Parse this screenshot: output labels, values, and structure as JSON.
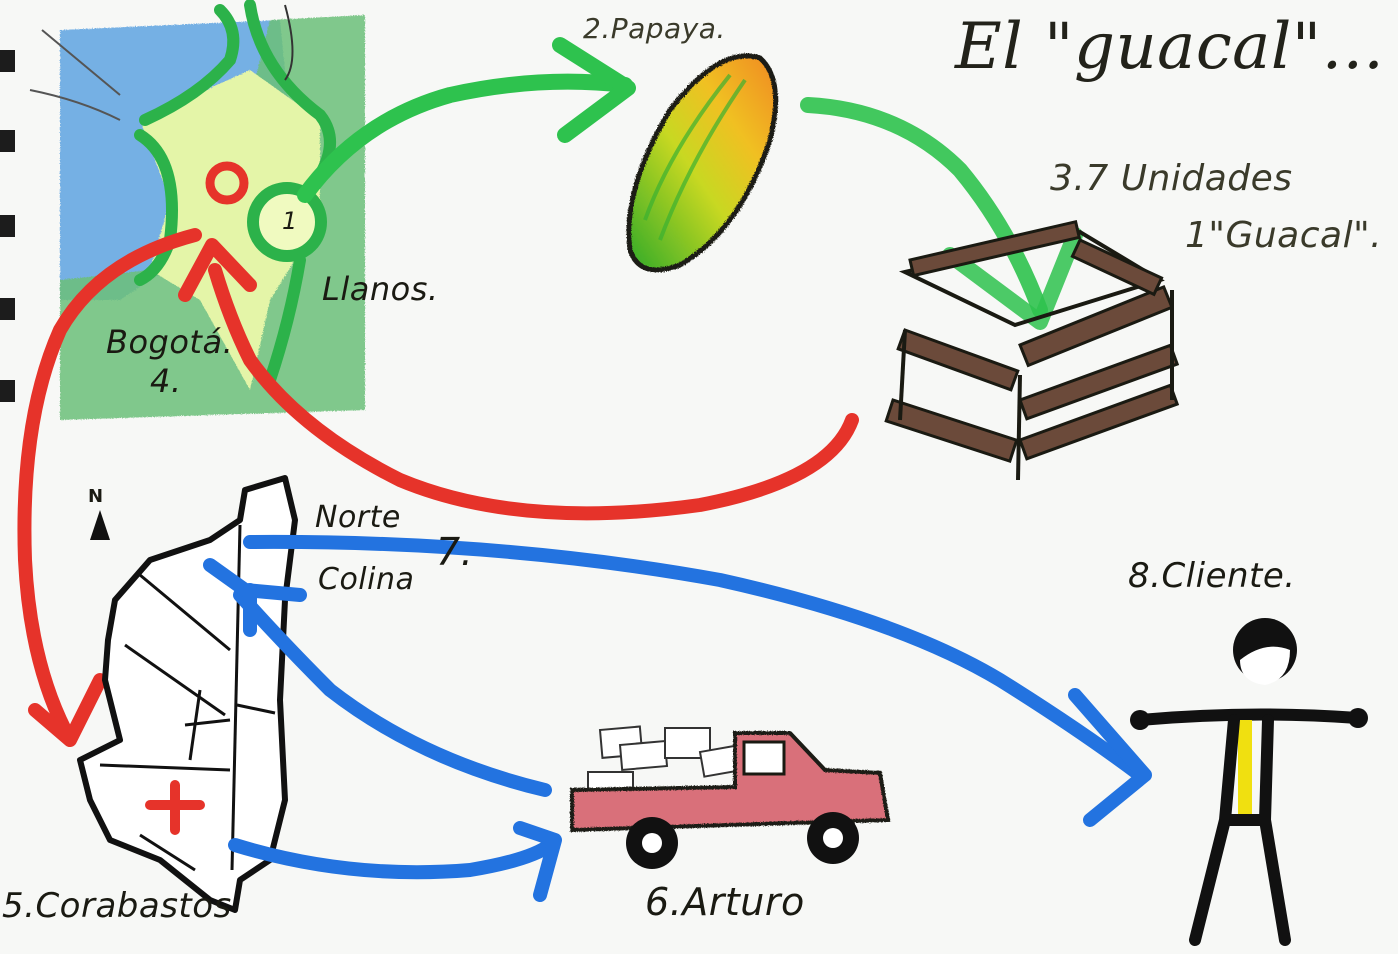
{
  "title": "El \"guacal\"...",
  "colors": {
    "paper": "#f7f8f6",
    "ink": "#1a1a12",
    "green_arrow": "#2ec24e",
    "red_arrow": "#e6332a",
    "blue_arrow": "#2373e0",
    "crate_brown": "#6b4a3a",
    "truck_pink": "#d9707a",
    "shirt_yellow": "#f0e010",
    "map_blue": "#5aa0e0",
    "map_green": "#6cc07a",
    "map_lightgreen": "#e4f5a8"
  },
  "steps": [
    {
      "number": "1",
      "label": "Llanos."
    },
    {
      "number": "2",
      "label": "2.Papaya."
    },
    {
      "number": "3",
      "label": "3.7 Unidades",
      "sublabel": "1\"Guacal\"."
    },
    {
      "number": "4",
      "label": "Bogotá.",
      "sublabel": "4."
    },
    {
      "number": "5",
      "label": "5.Corabastos"
    },
    {
      "number": "6",
      "label": "6.Arturo"
    },
    {
      "number": "7",
      "label": "7.",
      "sublabel_a": "Norte",
      "sublabel_b": "Colina"
    },
    {
      "number": "8",
      "label": "8.Cliente."
    }
  ],
  "map_marker": {
    "step_one": "1",
    "north": "N"
  },
  "icons": {
    "papaya": "papaya-icon",
    "crate": "crate-icon",
    "truck": "pickup-truck-icon",
    "person": "stick-figure-icon",
    "city_map": "bogota-map-icon",
    "region_map": "colombia-region-map-icon"
  }
}
